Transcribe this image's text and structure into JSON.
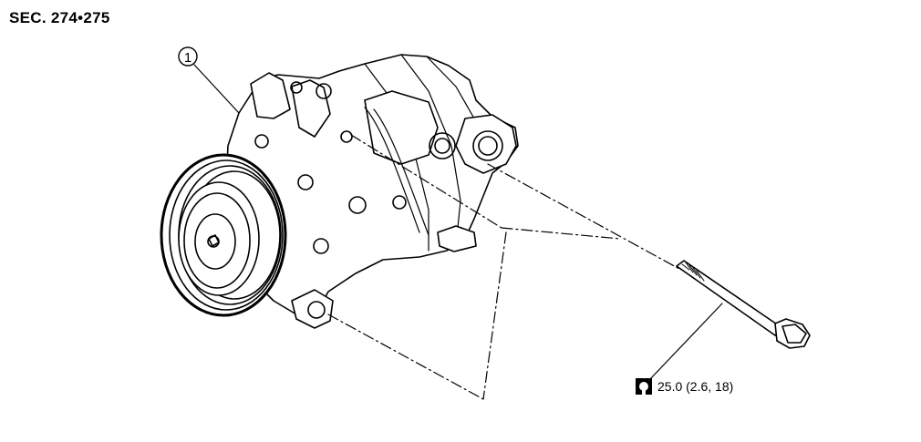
{
  "section": "SEC. 274•275",
  "callout": {
    "number": "1"
  },
  "torque": {
    "icon": "torque-wrench-icon",
    "value": "25.0 (2.6, 18)"
  }
}
